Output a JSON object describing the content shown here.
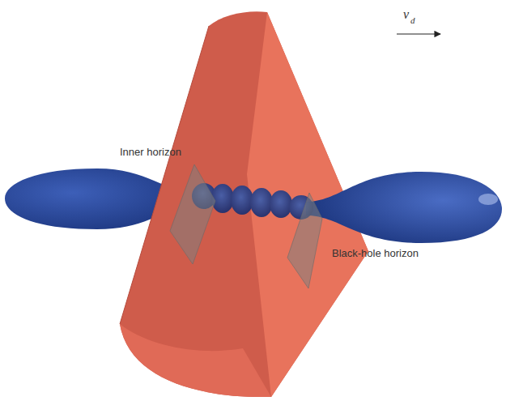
{
  "diagram": {
    "labels": [
      "Inner horizon",
      "Black-hole horizon",
      "v",
      "d"
    ]
  }
}
